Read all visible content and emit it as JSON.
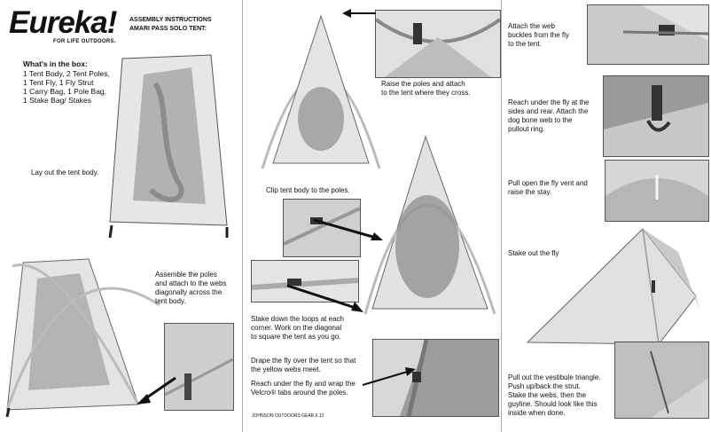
{
  "brand": {
    "logo": "Eureka",
    "mark": "!",
    "tagline": "FOR LIFE OUTDOORS."
  },
  "header": {
    "title_line1": "ASSEMBLY INSTRUCTIONS",
    "title_line2": "AMARI PASS SOLO TENT:"
  },
  "box": {
    "heading": "What's in the box:",
    "lines": [
      "1 Tent Body,    2 Tent Poles,",
      "1 Tent Fly,   1 Fly Strut",
      "1 Carry Bag,   1 Pole Bag,",
      "1 Stake Bag/ Stakes"
    ]
  },
  "steps": {
    "lay_out": "Lay out the tent body.",
    "assemble": [
      "Assemble the poles",
      " and attach to the webs",
      " diagonally across the",
      " tent body."
    ],
    "raise": [
      "Raise the poles and attach",
      "to the tent where they cross."
    ],
    "clip": "Clip tent body to the poles.",
    "stake_loops": [
      "Stake down the loops at each",
      "corner. Work on the diagonal",
      "to square the tent as you go."
    ],
    "drape": [
      "Drape the fly over the tent so that",
      "the yellow webs meet."
    ],
    "velcro": [
      "Reach under the fly and wrap the",
      "Velcro® tabs around the poles."
    ],
    "attach_buckles": [
      "Attach the web",
      "buckles from the fly",
      "to the tent."
    ],
    "reach_under": [
      "Reach under the fly at the",
      "sides and rear. Attach the",
      "dog bone web to the",
      "pullout ring."
    ],
    "vent": [
      "Pull open the fly vent and",
      "raise the stay."
    ],
    "stake_fly": "Stake out the fly",
    "vestibule": [
      "Pull out the vestibule triangle.",
      "Push up/back the strut.",
      "Stake the webs, then the",
      "guyline. Should look like this",
      "inside when done."
    ]
  },
  "footer": "JOHNSON OUTDOORS GEAR 6.12",
  "colors": {
    "photo_gray": "#d9d9d9",
    "tent_mesh": "#a0a0a0",
    "ink": "#111111"
  }
}
